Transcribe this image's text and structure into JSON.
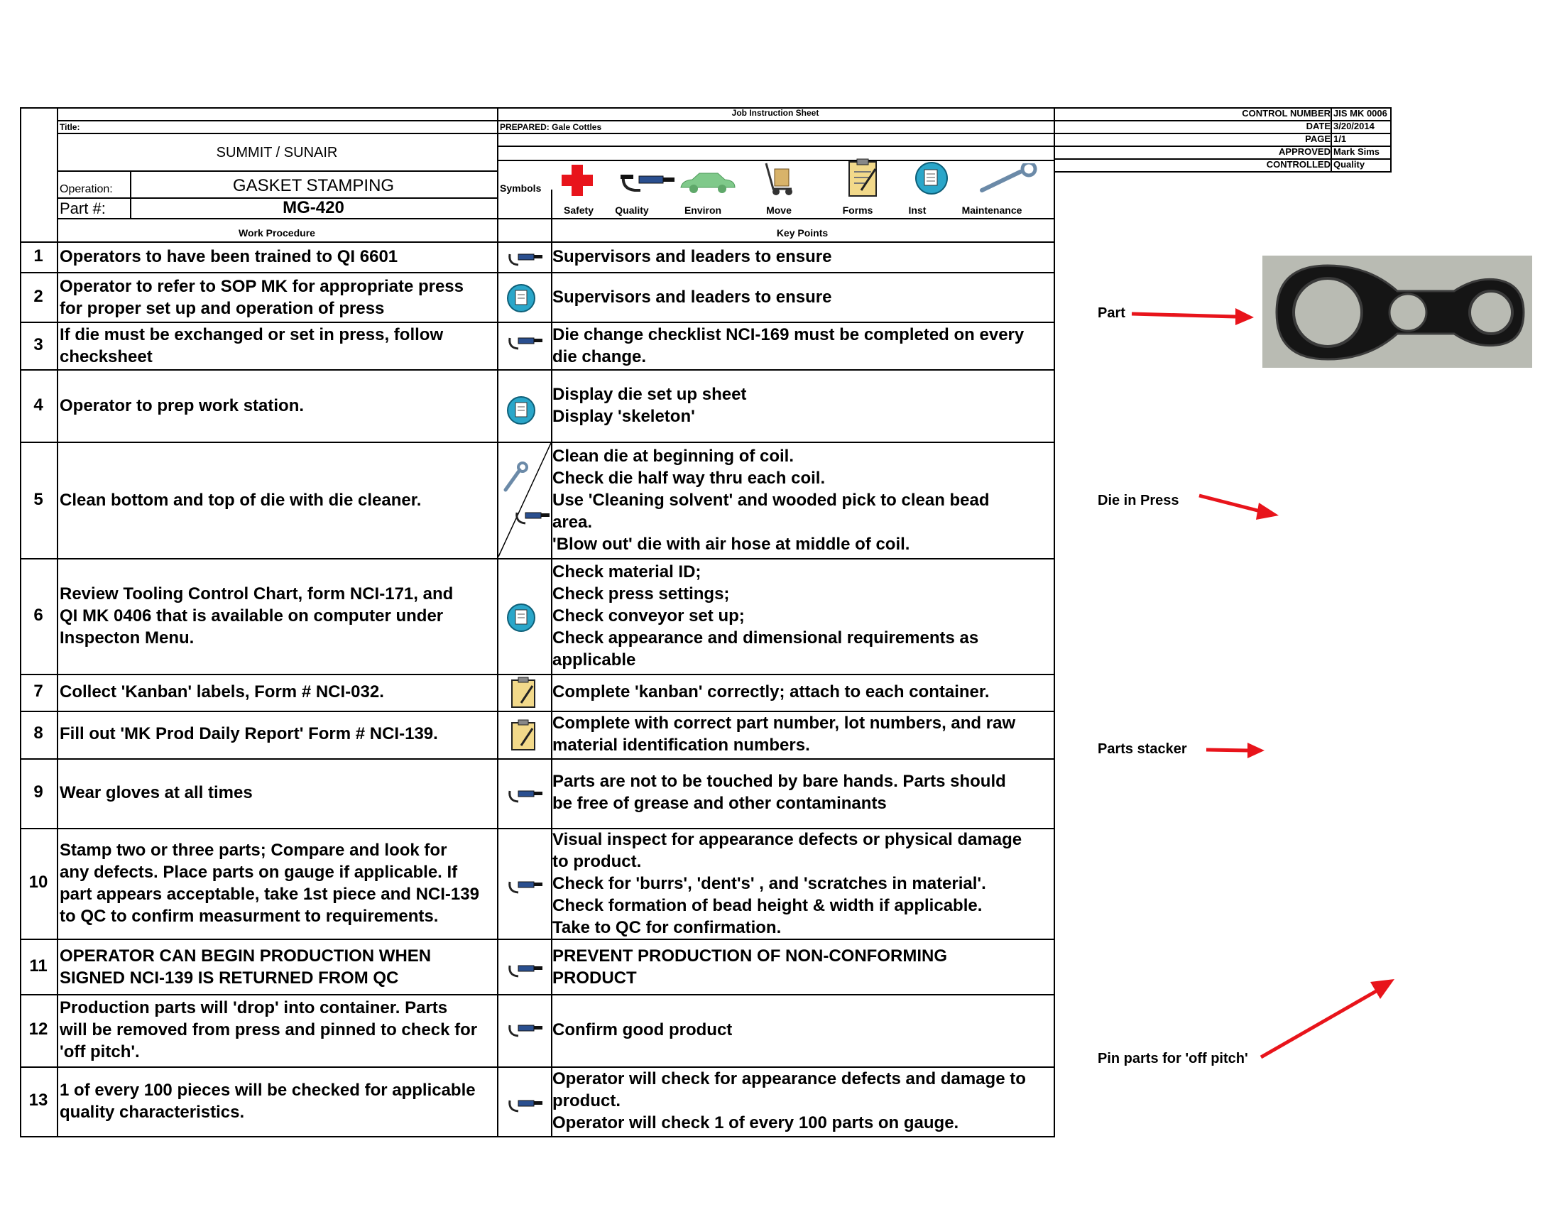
{
  "header": {
    "sheet_title": "Job Instruction Sheet",
    "title_label": "Title:",
    "customer": "SUMMIT / SUNAIR",
    "prepared": "PREPARED:  Gale Cottles",
    "operation_label": "Operation:",
    "operation": "GASKET STAMPING",
    "part_label": "Part #:",
    "part_number": "MG-420",
    "symbols_label": "Symbols"
  },
  "control": {
    "control_number_label": "CONTROL NUMBER",
    "control_number": "JIS MK 0006",
    "date_label": "DATE",
    "date": "3/20/2014",
    "page_label": "PAGE",
    "page": "1/1",
    "approved_label": "APPROVED",
    "approved": "Mark Sims",
    "controlled_label": "CONTROLLED",
    "controlled": "Quality"
  },
  "symbols": [
    {
      "label": "Safety",
      "icon": "safety-cross-icon"
    },
    {
      "label": "Quality",
      "icon": "micrometer-icon"
    },
    {
      "label": "Environ",
      "icon": "car-icon"
    },
    {
      "label": "Move",
      "icon": "hand-truck-icon"
    },
    {
      "label": "Forms",
      "icon": "clipboard-icon"
    },
    {
      "label": "Inst",
      "icon": "instruction-disc-icon"
    },
    {
      "label": "Maintenance",
      "icon": "wrench-icon"
    }
  ],
  "columns": {
    "work_procedure": "Work Procedure",
    "key_points": "Key Points"
  },
  "steps": [
    {
      "num": "1",
      "work": [
        "Operators to have been trained to QI 6601"
      ],
      "key": [
        "Supervisors and leaders to ensure"
      ]
    },
    {
      "num": "2",
      "work": [
        "Operator to refer to SOP MK for appropriate press",
        "for proper set up and operation of press"
      ],
      "key": [
        "Supervisors and leaders to ensure"
      ]
    },
    {
      "num": "3",
      "work": [
        "If die must be exchanged or set in press, follow",
        "checksheet"
      ],
      "key": [
        "Die change checklist NCI-169 must be completed on every",
        "die change."
      ]
    },
    {
      "num": "4",
      "work": [
        "Operator to prep work station."
      ],
      "key": [
        "Display die set up sheet",
        "Display 'skeleton'"
      ]
    },
    {
      "num": "5",
      "work": [
        "Clean bottom and top of die with die cleaner."
      ],
      "key": [
        "Clean die at beginning of coil.",
        "Check die half way thru each coil.",
        "Use 'Cleaning solvent' and wooded pick to clean bead",
        "area.",
        "'Blow out' die with air hose at middle of coil."
      ]
    },
    {
      "num": "6",
      "work": [
        "Review Tooling Control Chart, form NCI-171,  and",
        "QI MK 0406 that is available on computer under",
        "Inspecton Menu."
      ],
      "key": [
        "Check material ID;",
        "Check press settings;",
        "Check conveyor set up;",
        "Check appearance and dimensional requirements as",
        "applicable"
      ]
    },
    {
      "num": "7",
      "work": [
        "Collect 'Kanban' labels, Form # NCI-032."
      ],
      "key": [
        "Complete 'kanban' correctly; attach to each container."
      ]
    },
    {
      "num": "8",
      "work": [
        "Fill out 'MK Prod Daily Report' Form # NCI-139."
      ],
      "key": [
        "Complete with correct part number, lot numbers, and raw",
        "material identification numbers."
      ]
    },
    {
      "num": "9",
      "work": [
        "Wear gloves at all times"
      ],
      "key": [
        "Parts are not to be touched by bare hands.  Parts should",
        "be free of grease and other contaminants"
      ]
    },
    {
      "num": "10",
      "work": [
        "Stamp two or three parts;  Compare and look for",
        "any defects.  Place parts on gauge if applicable.  If",
        "part appears acceptable, take 1st piece and NCI-139",
        "to QC to confirm measurment to requirements."
      ],
      "key": [
        "Visual inspect for appearance defects or physical damage",
        "to product.",
        "Check for 'burrs', 'dent's' , and 'scratches in material'.",
        "Check formation of bead height & width if applicable.",
        "Take to QC for confirmation."
      ]
    },
    {
      "num": "11",
      "work": [
        "OPERATOR CAN BEGIN PRODUCTION WHEN",
        "SIGNED NCI-139 IS RETURNED FROM QC"
      ],
      "key": [
        "PREVENT PRODUCTION OF NON-CONFORMING",
        "PRODUCT"
      ]
    },
    {
      "num": "12",
      "work": [
        "Production parts will 'drop' into container.  Parts",
        "will be removed from press and pinned to check for",
        "'off pitch'."
      ],
      "key": [
        "Confirm good product"
      ]
    },
    {
      "num": "13",
      "work": [
        "1 of every 100 pieces will be checked for applicable",
        "quality characteristics."
      ],
      "key": [
        "Operator will check for appearance defects and damage to",
        "product.",
        "Operator will check 1 of every 100 parts on gauge."
      ]
    }
  ],
  "side_notes": {
    "part": "Part",
    "die_in_press": "Die in Press",
    "parts_stacker": "Parts stacker",
    "pin_parts": "Pin parts for 'off pitch'"
  },
  "colors": {
    "arrow": "#e8141b",
    "safety": "#e8141b",
    "environ": "#7fc98a",
    "inst": "#2aa6c9"
  }
}
